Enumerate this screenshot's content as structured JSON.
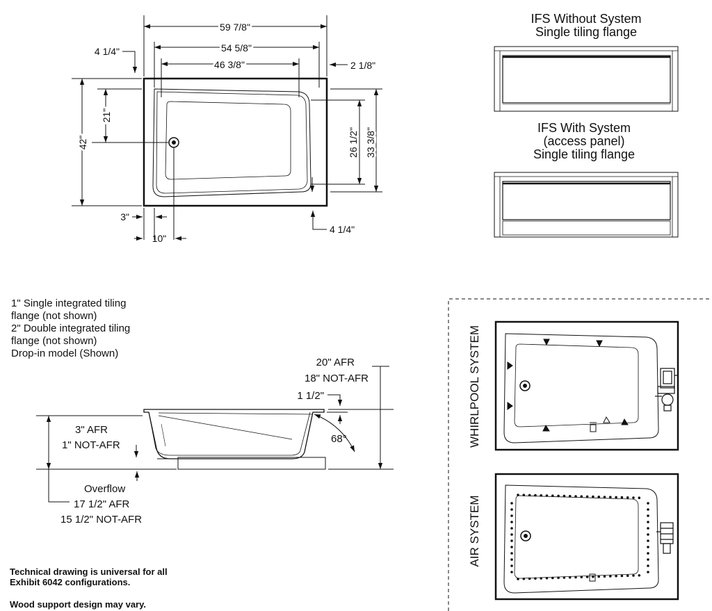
{
  "plan_view": {
    "overall_width": "59 7/8\"",
    "inner_width": "54 5/8\"",
    "basin_width": "46 3/8\"",
    "left_flange": "4 1/4\"",
    "right_flange": "2 1/8\"",
    "overall_depth": "42\"",
    "drain_depth": "21\"",
    "basin_depth": "26 1/2\"",
    "inner_depth": "33 3/8\"",
    "left_offset": "3\"",
    "drain_offset": "10\"",
    "bottom_flange": "4 1/4\""
  },
  "ifs_without": {
    "title_line1": "IFS Without System",
    "title_line2": "Single tiling flange"
  },
  "ifs_with": {
    "title_line1": "IFS With System",
    "title_line2": "(access panel)",
    "title_line3": "Single tiling flange"
  },
  "notes": {
    "line1": "1\" Single integrated tiling",
    "line2": "flange (not shown)",
    "line3": "2\" Double integrated tiling",
    "line4": "flange (not shown)",
    "line5": "Drop-in model (Shown)"
  },
  "section_view": {
    "height_afr": "20\" AFR",
    "height_not_afr": "18\" NOT-AFR",
    "rim": "1 1/2\"",
    "angle": "68°",
    "base_afr": "3\" AFR",
    "base_not_afr": "1\" NOT-AFR",
    "overflow_label": "Overflow",
    "overflow_afr": "17 1/2\" AFR",
    "overflow_not_afr": "15 1/2\" NOT-AFR"
  },
  "systems": {
    "whirlpool_label": "WHIRLPOOL SYSTEM",
    "air_label": "AIR SYSTEM"
  },
  "footer": {
    "universal_line1": "Technical drawing is universal for all",
    "universal_line2": "Exhibit 6042 configurations.",
    "wood_support": "Wood support design may vary."
  }
}
